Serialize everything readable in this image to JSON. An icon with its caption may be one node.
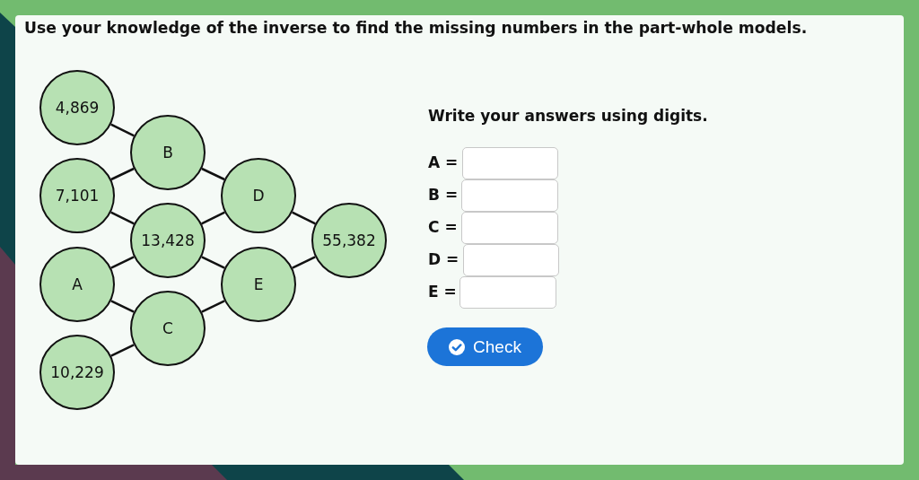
{
  "diagram": {
    "title": "Use your knowledge of the inverse to find the missing numbers in the part-whole models.",
    "nodes": [
      {
        "text": [
          "4,869"
        ]
      },
      {
        "text": [
          "7,101"
        ]
      },
      {
        "text": [
          "A"
        ]
      },
      {
        "text": [
          "10,229"
        ]
      },
      {
        "text": [
          "B"
        ]
      },
      {
        "text": [
          "13,428"
        ]
      },
      {
        "text": [
          "C"
        ]
      },
      {
        "text": [
          "D"
        ]
      },
      {
        "text": [
          "E"
        ]
      },
      {
        "text": [
          "55,382"
        ]
      }
    ],
    "edges": [
      {
        "from": 0,
        "to": 4,
        "arrow": "none"
      },
      {
        "from": 1,
        "to": 4,
        "arrow": "none"
      },
      {
        "from": 1,
        "to": 5,
        "arrow": "none"
      },
      {
        "from": 2,
        "to": 5,
        "arrow": "none"
      },
      {
        "from": 2,
        "to": 6,
        "arrow": "none"
      },
      {
        "from": 3,
        "to": 6,
        "arrow": "none"
      },
      {
        "from": 4,
        "to": 7,
        "arrow": "none"
      },
      {
        "from": 5,
        "to": 7,
        "arrow": "none"
      },
      {
        "from": 5,
        "to": 8,
        "arrow": "none"
      },
      {
        "from": 6,
        "to": 8,
        "arrow": "none"
      },
      {
        "from": 7,
        "to": 9,
        "arrow": "none"
      },
      {
        "from": 8,
        "to": 9,
        "arrow": "none"
      }
    ],
    "labels": [
      "Write your answers using digits.",
      "A =",
      "B =",
      "C =",
      "D =",
      "E =",
      "Check"
    ]
  }
}
